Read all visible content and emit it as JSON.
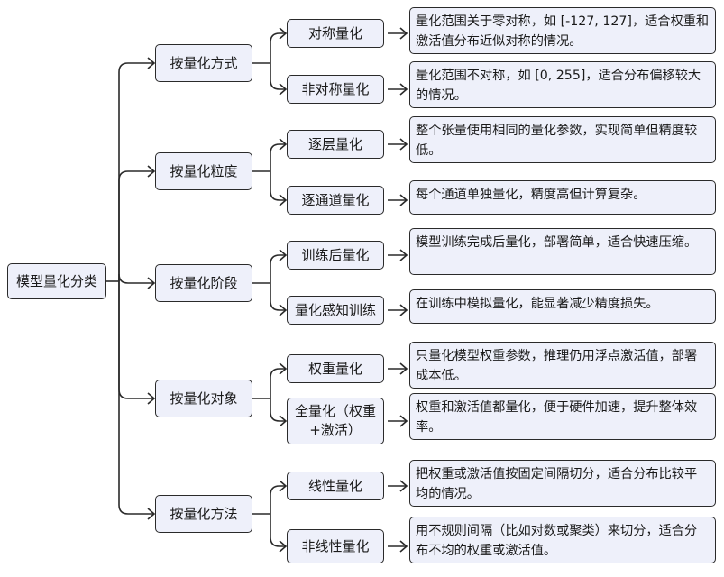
{
  "root": {
    "label": "模型量化分类"
  },
  "categories": [
    {
      "label": "按量化方式",
      "items": [
        {
          "label": "对称量化",
          "desc": "量化范围关于零对称，如 [-127, 127]，适合权重和激活值分布近似对称的情况。"
        },
        {
          "label": "非对称量化",
          "desc": "量化范围不对称，如 [0, 255]，适合分布偏移较大的情况。"
        }
      ]
    },
    {
      "label": "按量化粒度",
      "items": [
        {
          "label": "逐层量化",
          "desc": "整个张量使用相同的量化参数，实现简单但精度较低。"
        },
        {
          "label": "逐通道量化",
          "desc": "每个通道单独量化，精度高但计算复杂。"
        }
      ]
    },
    {
      "label": "按量化阶段",
      "items": [
        {
          "label": "训练后量化",
          "desc": "模型训练完成后量化，部署简单，适合快速压缩。"
        },
        {
          "label": "量化感知训练",
          "desc": "在训练中模拟量化，能显著减少精度损失。"
        }
      ]
    },
    {
      "label": "按量化对象",
      "items": [
        {
          "label": "权重量化",
          "desc": "只量化模型权重参数，推理仍用浮点激活值，部署成本低。"
        },
        {
          "label": "全量化（权重+激活）",
          "desc": "权重和激活值都量化，便于硬件加速，提升整体效率。"
        }
      ]
    },
    {
      "label": "按量化方法",
      "items": [
        {
          "label": "线性量化",
          "desc": "把权重或激活值按固定间隔切分，适合分布比较平均的情况。"
        },
        {
          "label": "非线性量化",
          "desc": "用不规则间隔（比如对数或聚类）来切分，适合分布不均的权重或激活值。"
        }
      ]
    }
  ],
  "colors": {
    "box_fill": "#eef0fa",
    "line": "#2a2a2a"
  }
}
